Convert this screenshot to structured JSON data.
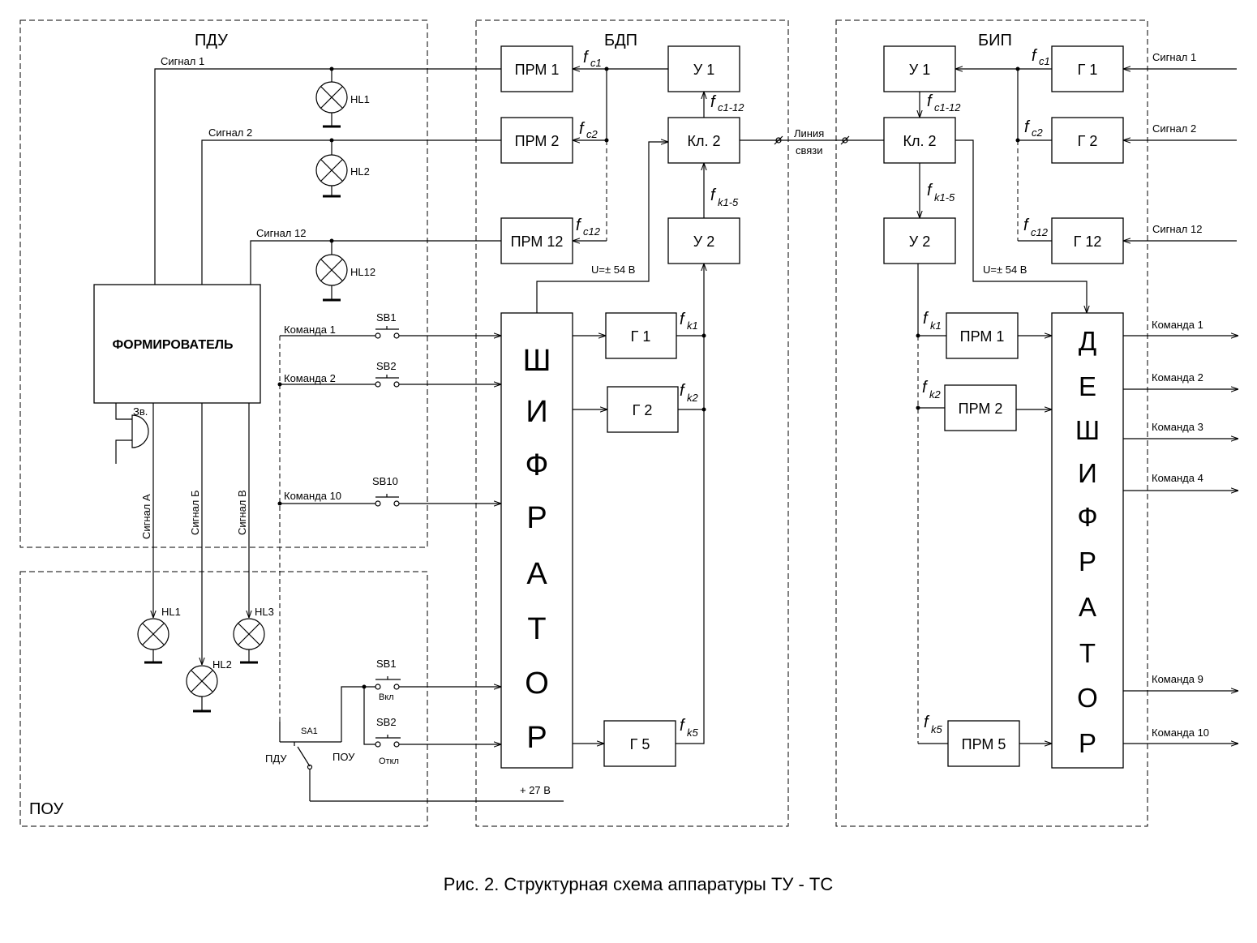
{
  "regions": {
    "pdu": "ПДУ",
    "pou": "ПОУ",
    "bdp": "БДП",
    "bip": "БИП"
  },
  "blocks": {
    "formirovatel": "ФОРМИРОВАТЕЛЬ",
    "bdp_prm1": "ПРМ 1",
    "bdp_prm2": "ПРМ 2",
    "bdp_prm12": "ПРМ 12",
    "bdp_u1": "У 1",
    "bdp_kl2": "Кл. 2",
    "bdp_u2": "У 2",
    "bdp_g1": "Г 1",
    "bdp_g2": "Г 2",
    "bdp_g5": "Г 5",
    "bip_u1": "У 1",
    "bip_kl2": "Кл. 2",
    "bip_u2": "У 2",
    "bip_g1": "Г 1",
    "bip_g2": "Г 2",
    "bip_g12": "Г 12",
    "bip_prm1": "ПРМ 1",
    "bip_prm2": "ПРМ 2",
    "bip_prm5": "ПРМ 5"
  },
  "shifrator_letters": [
    "Ш",
    "И",
    "Ф",
    "Р",
    "А",
    "Т",
    "О",
    "Р"
  ],
  "deshifrator_letters": [
    "Д",
    "Е",
    "Ш",
    "И",
    "Ф",
    "Р",
    "А",
    "Т",
    "О",
    "Р"
  ],
  "pdu_labels": {
    "signal1": "Сигнал 1",
    "signal2": "Сигнал 2",
    "signal12": "Сигнал 12",
    "hl1": "HL1",
    "hl2": "HL2",
    "hl12": "HL12",
    "cmd1": "Команда 1",
    "cmd2": "Команда 2",
    "cmd10": "Команда 10",
    "sb1": "SB1",
    "sb2": "SB2",
    "sb10": "SB10",
    "zv": "Зв.",
    "sigA": "Сигнал А",
    "sigB": "Сигнал Б",
    "sigV": "Сигнал В"
  },
  "pou_labels": {
    "hl1": "HL1",
    "hl2": "HL2",
    "hl3": "HL3",
    "sb1": "SB1",
    "sb2": "SB2",
    "vkl": "Вкл",
    "otkl": "Откл",
    "sa1": "SA1",
    "pdu": "ПДУ",
    "pou": "ПОУ",
    "v27": "+ 27 В"
  },
  "freq": {
    "f": "f",
    "c1": "c1",
    "c2": "c2",
    "c12": "c12",
    "c1_12": "c1-12",
    "k1_5": "k1-5",
    "k1": "k1",
    "k2": "k2",
    "k5": "k5"
  },
  "line_labels": {
    "liniya": "Линия",
    "svyazi": "связи",
    "u54_bdp": "U=± 54 В",
    "u54_bip": "U=± 54 В"
  },
  "bip_inputs": {
    "signal1": "Сигнал 1",
    "signal2": "Сигнал 2",
    "signal12": "Сигнал 12"
  },
  "bip_outputs": {
    "cmd1": "Команда 1",
    "cmd2": "Команда 2",
    "cmd3": "Команда 3",
    "cmd4": "Команда 4",
    "cmd9": "Команда 9",
    "cmd10": "Команда 10"
  },
  "caption": "Рис. 2. Структурная схема аппаратуры ТУ - ТС"
}
